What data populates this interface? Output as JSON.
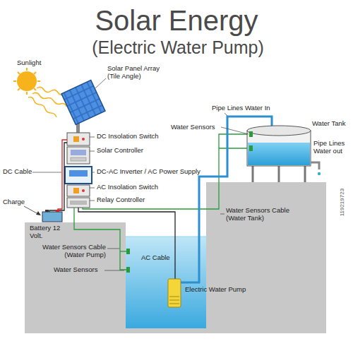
{
  "diagram": {
    "title": "Solar Energy",
    "labels": [
      "(Electric Water Pump)",
      "Sunlight",
      "Solar Panel Array (Tile Angle)",
      "DC Insolation Switch",
      "Solar Controller",
      "DC Cable",
      "DC-AC Inverter / AC Power Supply",
      "AC Insolation Switch",
      "Relay Controller",
      "Charge",
      "Battery 12 Volt.",
      "Water Sensors Cable (Water Pump)",
      "Water Sensors",
      "AC Cable",
      "Electric Water Pump",
      "Pipe Lines Water In",
      "Water Sensors",
      "Water Tank",
      "Pipe Lines Water out",
      "Water Sensors Cable (Water Tank)",
      "119219723"
    ]
  }
}
